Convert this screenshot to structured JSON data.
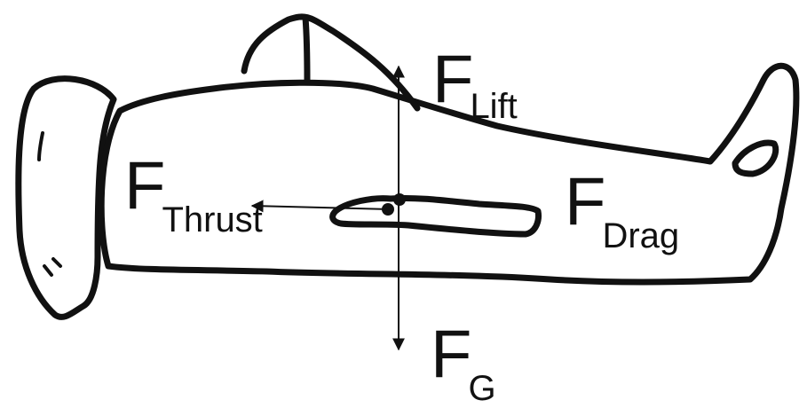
{
  "forces": {
    "lift": {
      "symbol": "F",
      "subscript": "Lift"
    },
    "thrust": {
      "symbol": "F",
      "subscript": "Thrust"
    },
    "drag": {
      "symbol": "F",
      "subscript": "Drag"
    },
    "gravity": {
      "symbol": "F",
      "subscript": "G"
    }
  },
  "colors": {
    "ink": "#111111",
    "background": "#ffffff"
  }
}
